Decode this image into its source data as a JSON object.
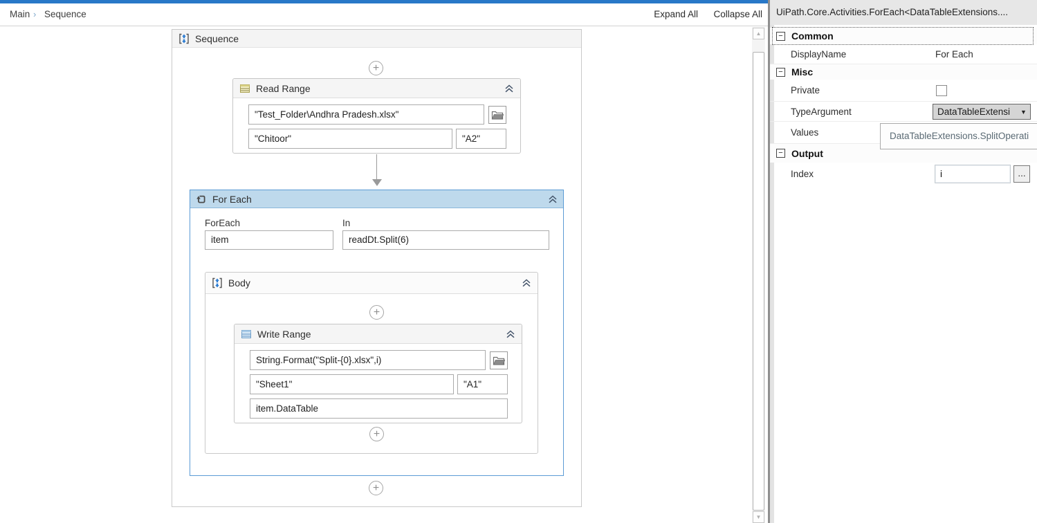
{
  "breadcrumb": {
    "items": [
      "Main",
      "Sequence"
    ],
    "separator": "›"
  },
  "toolbar": {
    "expand_all": "Expand All",
    "collapse_all": "Collapse All"
  },
  "workflow": {
    "sequence": {
      "title": "Sequence"
    },
    "read_range": {
      "title": "Read Range",
      "file": "\"Test_Folder\\Andhra Pradesh.xlsx\"",
      "sheet": "\"Chitoor\"",
      "cell": "\"A2\""
    },
    "for_each": {
      "title": "For Each",
      "foreach_label": "ForEach",
      "in_label": "In",
      "item_value": "item",
      "in_value": "readDt.Split(6)"
    },
    "body": {
      "title": "Body"
    },
    "write_range": {
      "title": "Write Range",
      "file": "String.Format(\"Split-{0}.xlsx\",i)",
      "sheet": "\"Sheet1\"",
      "cell": "\"A1\"",
      "datatable": "item.DataTable"
    },
    "add_symbol": "+"
  },
  "properties": {
    "title": "UiPath.Core.Activities.ForEach<DataTableExtensions....",
    "collapse_glyph": "−",
    "sections": {
      "common": {
        "name": "Common",
        "display_name_label": "DisplayName",
        "display_name_value": "For Each"
      },
      "misc": {
        "name": "Misc",
        "private_label": "Private",
        "type_argument_label": "TypeArgument",
        "type_argument_value": "DataTableExtensi",
        "values_label": "Values"
      },
      "output": {
        "name": "Output",
        "index_label": "Index",
        "index_value": "i",
        "ellipsis": "..."
      }
    },
    "tooltip_text": "DataTableExtensions.SplitOperati"
  },
  "scrollbar": {
    "up_glyph": "▲",
    "down_glyph": "▼"
  },
  "colors": {
    "top_bar": "#2878c8",
    "foreach_border": "#5b9bd5",
    "foreach_header": "#bed9ec",
    "chevron": "#44546A",
    "header_gray": "#f5f5f5"
  }
}
